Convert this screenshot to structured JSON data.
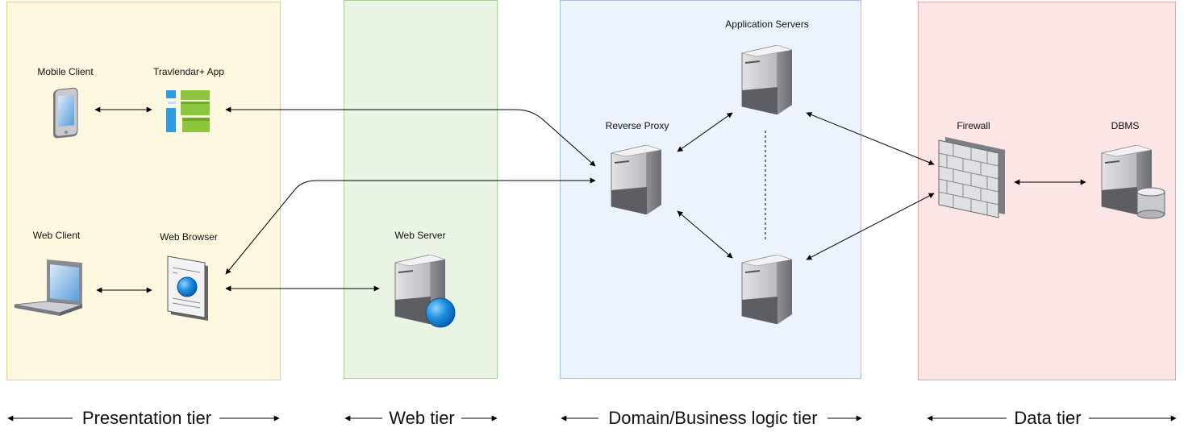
{
  "colors": {
    "presentation_fill": "#fff8e1",
    "presentation_border": "#e6cf8c",
    "web_fill": "#e9f4e5",
    "web_border": "#a9cf98",
    "domain_fill": "#edf3fd",
    "domain_border": "#a8bfe0",
    "data_fill": "#fbe5e5",
    "data_border": "#e3a7a7"
  },
  "nodes": {
    "mobile_client": "Mobile Client",
    "app": "Travlendar+ App",
    "web_client": "Web Client",
    "web_browser": "Web Browser",
    "web_server": "Web Server",
    "reverse_proxy": "Reverse Proxy",
    "app_servers": "Application Servers",
    "firewall": "Firewall",
    "dbms": "DBMS"
  },
  "tiers": {
    "presentation": "Presentation tier",
    "web": "Web tier",
    "domain": "Domain/Business logic tier",
    "data": "Data tier"
  },
  "icons": [
    "mobile-phone-icon",
    "app-icon",
    "laptop-icon",
    "web-page-icon",
    "web-server-icon",
    "server-icon",
    "firewall-icon",
    "database-server-icon"
  ]
}
